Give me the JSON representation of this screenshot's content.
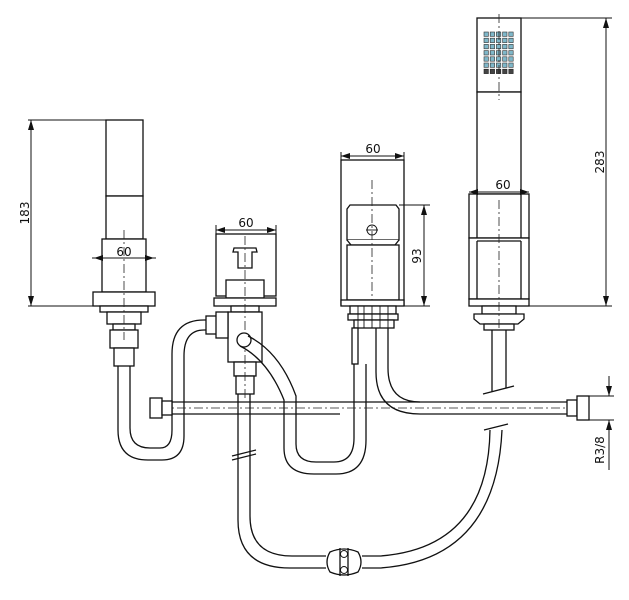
{
  "title": "Bath mixer set technical drawing",
  "dimensions": {
    "spout_height": "183",
    "spout_width": "60",
    "valve_width": "60",
    "mixer_width": "60",
    "mixer_height": "93",
    "handshower_width": "60",
    "handshower_height": "283",
    "thread": "R3/8"
  },
  "components": [
    "spout",
    "diverter-valve",
    "mixer",
    "handshower-holder",
    "hoses",
    "hose-weight"
  ],
  "colors": {
    "line": "#111111",
    "nozzle": "#7fb7c9",
    "background": "#ffffff"
  }
}
